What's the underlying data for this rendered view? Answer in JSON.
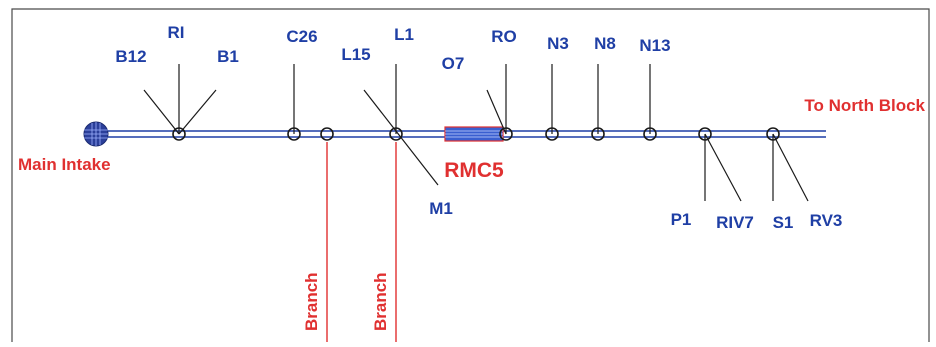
{
  "diagram": {
    "colors": {
      "line": "#1f3fa5",
      "node_stroke": "#1a1a1a",
      "label_blue": "#1f3fa5",
      "label_red": "#e03030",
      "branch": "#e03030",
      "border": "#4a4a4a",
      "rmc_fill": "#3a5fd0",
      "intake_fill": "#2b3f9a"
    },
    "intake_label": "Main Intake",
    "destination_label": "To North Block",
    "rmc_label": "RMC5",
    "branch_labels": [
      "Branch",
      "Branch"
    ],
    "nodes_top": [
      "B12",
      "RI",
      "B1",
      "C26",
      "L15",
      "L1",
      "O7",
      "RO",
      "N3",
      "N8",
      "N13"
    ],
    "nodes_bottom": [
      "M1",
      "P1",
      "RIV7",
      "S1",
      "RV3"
    ]
  }
}
